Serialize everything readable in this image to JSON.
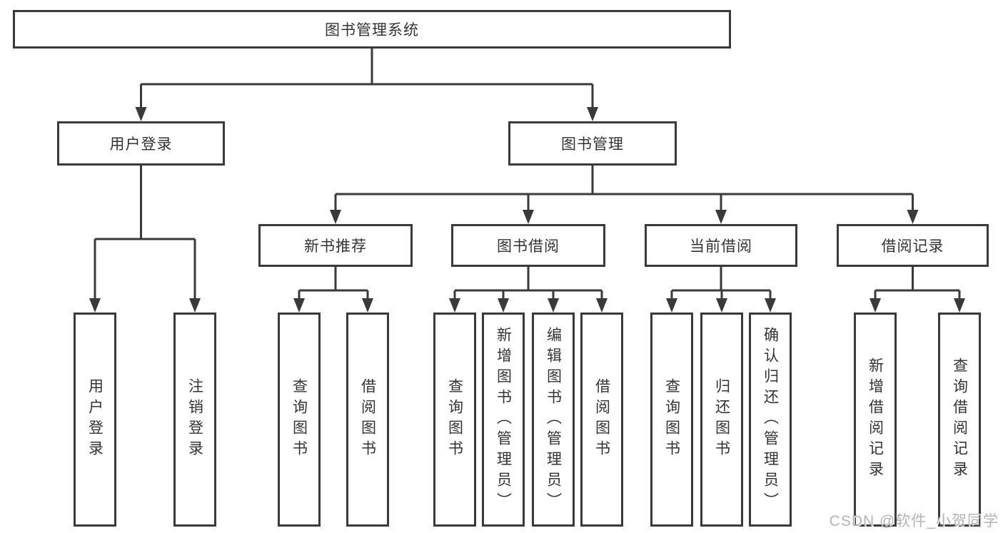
{
  "diagram": {
    "root": {
      "label": "图书管理系统"
    },
    "level2": {
      "user_login": {
        "label": "用户登录"
      },
      "book_management": {
        "label": "图书管理"
      }
    },
    "level3": {
      "new_book_recommend": {
        "label": "新书推荐"
      },
      "book_borrow": {
        "label": "图书借阅"
      },
      "current_borrow": {
        "label": "当前借阅"
      },
      "borrow_records": {
        "label": "借阅记录"
      }
    },
    "leaves": {
      "user_login": {
        "label": "用户登录"
      },
      "logout": {
        "label": "注销登录"
      },
      "recommend_query_books": {
        "label": "查询图书"
      },
      "recommend_borrow_books": {
        "label": "借阅图书"
      },
      "borrow_query_books": {
        "label": "查询图书"
      },
      "borrow_add_books": {
        "label": "新增图书（管理员）"
      },
      "borrow_edit_books": {
        "label": "编辑图书（管理员）"
      },
      "borrow_borrow_books": {
        "label": "借阅图书"
      },
      "current_query_books": {
        "label": "查询图书"
      },
      "current_return_books": {
        "label": "归还图书"
      },
      "current_confirm_return": {
        "label": "确认归还（管理员）"
      },
      "records_add_record": {
        "label": "新增借阅记录"
      },
      "records_query_record": {
        "label": "查询借阅记录"
      }
    },
    "watermark": "CSDN @软件_小贺同学",
    "colors": {
      "line": "#3a3a3a",
      "text": "#333333",
      "watermark": "#b3b3b3",
      "background": "#ffffff"
    }
  }
}
